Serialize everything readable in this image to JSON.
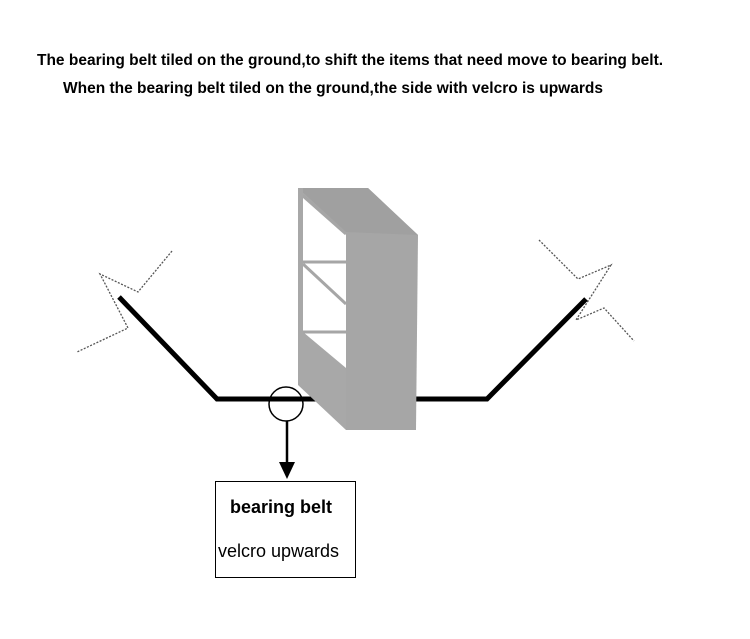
{
  "caption": {
    "line1": "The bearing belt tiled on the ground,to shift the items that need move to bearing belt.",
    "line2": "When the bearing belt tiled on the ground,the side with velcro is upwards"
  },
  "label_box": {
    "line1": "bearing belt",
    "line2": "velcro upwards"
  },
  "colors": {
    "belt": "#000000",
    "cabinet_front": "#a6a6a6",
    "cabinet_top": "#a0a0a0",
    "cabinet_inner": "#ffffff",
    "dashed": "#555555"
  },
  "icons": {
    "cabinet": "cabinet-illustration",
    "callout": "callout-circle-arrow"
  }
}
